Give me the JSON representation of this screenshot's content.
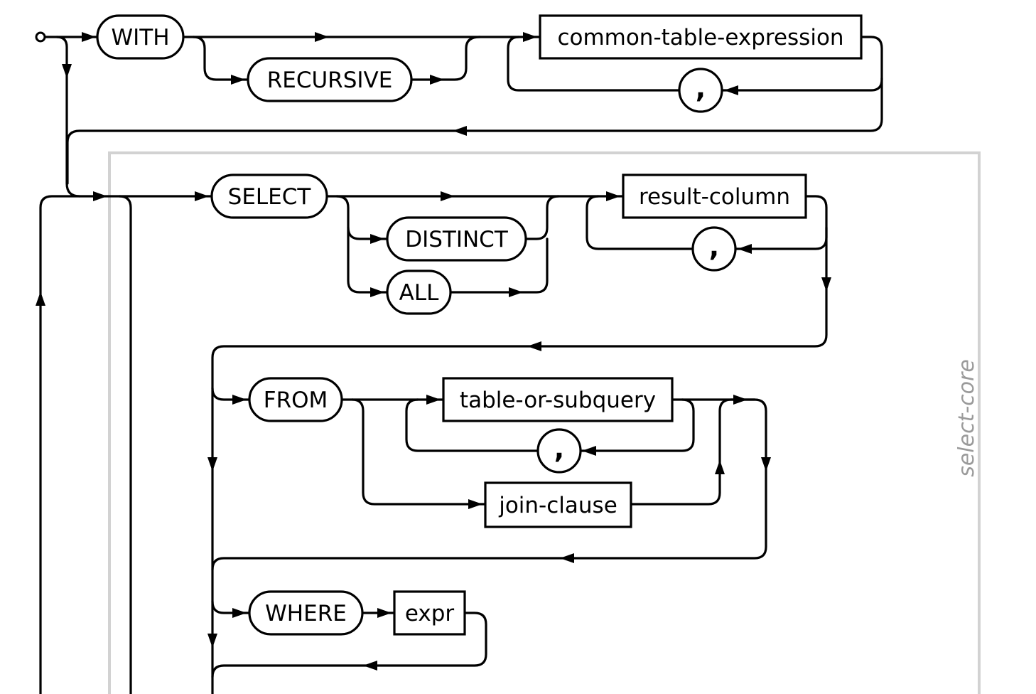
{
  "diagram": {
    "keywords": {
      "with": "WITH",
      "recursive": "RECURSIVE",
      "select": "SELECT",
      "distinct": "DISTINCT",
      "all": "ALL",
      "from": "FROM",
      "where": "WHERE"
    },
    "nonterminals": {
      "common_table_expression": "common-table-expression",
      "result_column": "result-column",
      "table_or_subquery": "table-or-subquery",
      "join_clause": "join-clause",
      "expr": "expr"
    },
    "separator": ",",
    "group_label": "select-core"
  }
}
